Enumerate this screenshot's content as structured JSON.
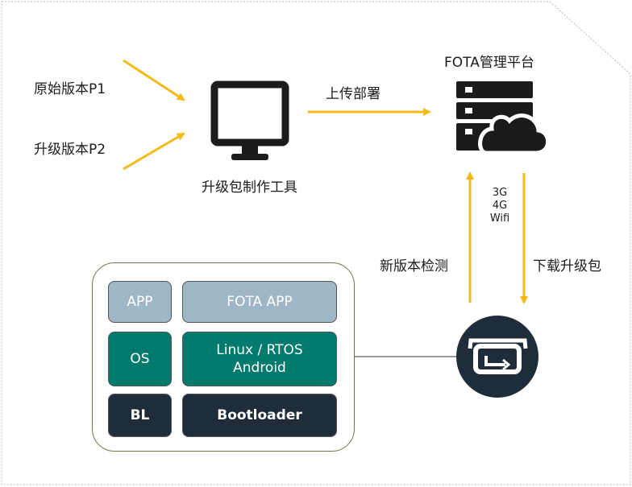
{
  "inputs": {
    "original": "原始版本P1",
    "upgrade": "升级版本P2"
  },
  "tool": {
    "label": "升级包制作工具"
  },
  "upload": {
    "label": "上传部署"
  },
  "platform": {
    "label": "FOTA管理平台"
  },
  "network": {
    "lines": [
      "3G",
      "4G",
      "Wifi"
    ]
  },
  "check": {
    "label": "新版本检测"
  },
  "download": {
    "label": "下载升级包"
  },
  "stack": {
    "rows": [
      {
        "left": "APP",
        "right": "FOTA APP",
        "style": "light"
      },
      {
        "left": "OS",
        "right_lines": [
          "Linux / RTOS",
          "Android"
        ],
        "style": "teal"
      },
      {
        "left": "BL",
        "right": "Bootloader",
        "style": "dark"
      }
    ]
  },
  "colors": {
    "arrow": "#f6b916",
    "icon": "#1b1b1b",
    "light": "#9fb6c7",
    "teal": "#007a6c",
    "dark": "#1f2d3a",
    "border": "#b8b8b8"
  },
  "icons": {
    "tool": "monitor-icon",
    "platform": "server-cloud-icon",
    "device": "device-update-icon"
  }
}
